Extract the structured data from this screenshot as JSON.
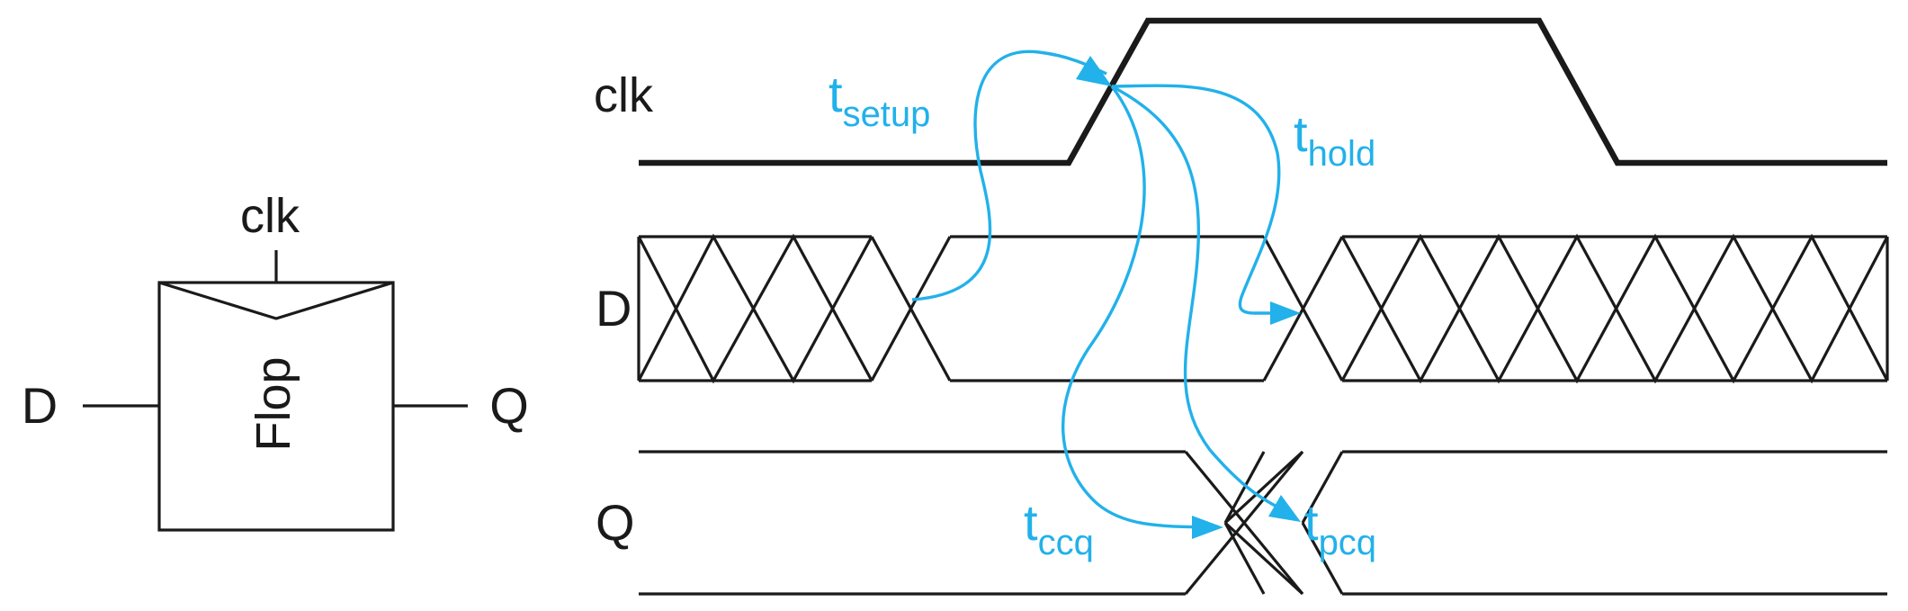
{
  "flop": {
    "name": "Flop",
    "clk_label": "clk",
    "d_label": "D",
    "q_label": "Q"
  },
  "timing": {
    "signals": {
      "clk": "clk",
      "d": "D",
      "q": "Q"
    },
    "parameters": {
      "setup": {
        "base": "t",
        "sub": "setup"
      },
      "hold": {
        "base": "t",
        "sub": "hold"
      },
      "ccq": {
        "base": "t",
        "sub": "ccq"
      },
      "pcq": {
        "base": "t",
        "sub": "pcq"
      }
    }
  },
  "colors": {
    "waveform": "#1a1a1a",
    "timing_arrows": "#22b1ea",
    "background": "#ffffff"
  }
}
